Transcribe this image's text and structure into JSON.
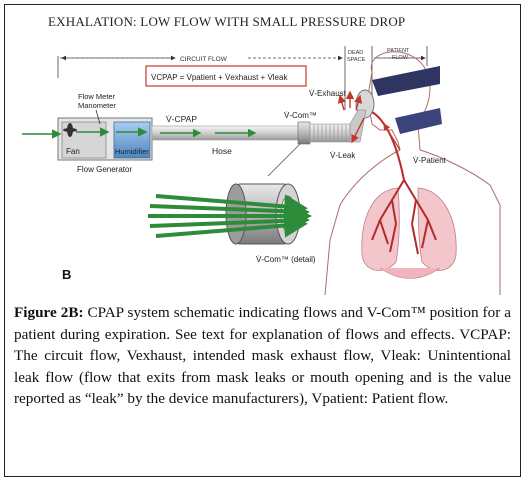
{
  "figure": {
    "title": "EXHALATION:  LOW FLOW WITH SMALL PRESSURE DROP",
    "panel_letter": "B"
  },
  "diagram": {
    "circuit_flow_label": "CIRCUIT FLOW",
    "dead_space_label_1": "DEAD",
    "dead_space_label_2": "SPACE",
    "patient_flow_label_1": "PATIENT",
    "patient_flow_label_2": "FLOW",
    "equation": "V̇CPAP = V̇patient + V̇exhaust + V̇leak",
    "flow_meter_label_1": "Flow Meter",
    "flow_meter_label_2": "Manometer",
    "fan_label": "Fan",
    "humidifier_label": "Humidifier",
    "flow_generator_label": "Flow Generator",
    "vcpap_label": "V̇-CPAP",
    "hose_label": "Hose",
    "vcom_label": "V̇-Com™",
    "vexhaust_label": "V̇-Exhaust",
    "vleak_label": "V̇-Leak",
    "vpatient_label": "V̇-Patient",
    "vcom_detail_label": "V̇-Com™ (detail)",
    "colors": {
      "flow_green": "#2e8b3a",
      "humidifier_blue": "#6fa8d8",
      "exhaust_red": "#c0392b",
      "lung_pink": "#f3c6cc",
      "strap_navy": "#2d3560"
    }
  },
  "caption": {
    "bold_lead": "Figure 2B:",
    "text": " CPAP system schematic indicating flows and V-Com™ position for a patient during expiration. See text for explanation of flows and effects. VCPAP: The circuit flow, Vexhaust, intended mask exhaust flow, Vleak: Unintentional leak flow (flow that exits from mask leaks or mouth opening and is the value reported as “leak” by the device manufacturers), Vpatient: Patient flow."
  }
}
